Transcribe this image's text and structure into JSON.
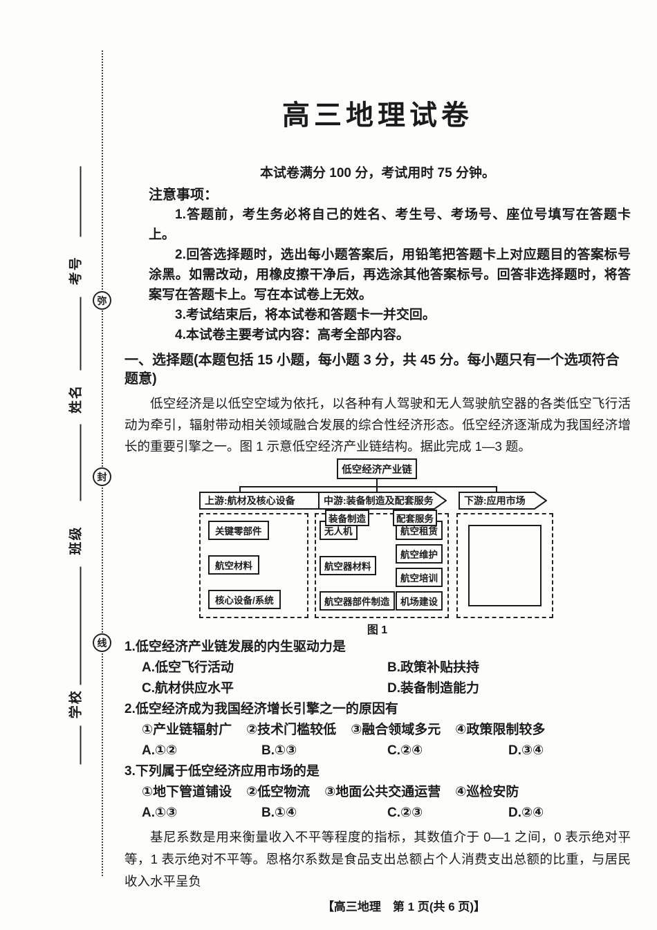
{
  "page": {
    "title": "高三地理试卷",
    "subtitle": "本试卷满分 100 分，考试用时 75 分钟。",
    "footer": "【高三地理　第 1 页(共 6 页)】",
    "artifact": "‥",
    "ink_color": "#1b1b1b",
    "paper_color": "#fdfdfc"
  },
  "seal": {
    "chars": [
      "弥",
      "封",
      "线"
    ],
    "labels": [
      "考号",
      "姓名",
      "班级",
      "学校"
    ]
  },
  "notice": {
    "heading": "注意事项：",
    "items": [
      "1.答题前，考生务必将自己的姓名、考生号、考场号、座位号填写在答题卡上。",
      "2.回答选择题时，选出每小题答案后，用铅笔把答题卡上对应题目的答案标号涂黑。如需改动，用橡皮擦干净后，再选涂其他答案标号。回答非选择题时，将答案写在答题卡上。写在本试卷上无效。",
      "3.考试结束后，将本试卷和答题卡一并交回。",
      "4.本试卷主要考试内容：高考全部内容。"
    ]
  },
  "section1": {
    "heading": "一、选择题(本题包括 15 小题，每小题 3 分，共 45 分。每小题只有一个选项符合题意)",
    "passage": "低空经济是以低空空域为依托，以各种有人驾驶和无人驾驶航空器的各类低空飞行活动为牵引，辐射带动相关领域融合发展的综合性经济形态。低空经济逐渐成为我国经济增长的重要引擎之一。图 1 示意低空经济产业链结构。据此完成 1—3 题。"
  },
  "diagram": {
    "root": "低空经济产业链",
    "banners": [
      "上游:航材及核心设备",
      "中游:装备制造及配套服务",
      "下游:应用市场"
    ],
    "mid_headers": [
      "装备制造",
      "配套服务"
    ],
    "upstream_items": [
      "关键零部件",
      "航空材料",
      "核心设备/系统"
    ],
    "mid_col1": [
      "无人机",
      "航空器材料",
      "航空器部件制造"
    ],
    "mid_col2": [
      "航空租赁",
      "航空维护",
      "航空培训",
      "机场建设"
    ],
    "caption": "图 1"
  },
  "questions": {
    "q1": {
      "stem": "1.低空经济产业链发展的内生驱动力是",
      "options": [
        "A.低空飞行活动",
        "B.政策补贴扶持",
        "C.航材供应水平",
        "D.装备制造能力"
      ]
    },
    "q2": {
      "stem": "2.低空经济成为我国经济增长引擎之一的原因有",
      "sub": [
        "①产业链辐射广",
        "②技术门槛较低",
        "③融合领域多元",
        "④政策限制较多"
      ],
      "options": [
        "A.①②",
        "B.①③",
        "C.②④",
        "D.③④"
      ]
    },
    "q3": {
      "stem": "3.下列属于低空经济应用市场的是",
      "sub": [
        "①地下管道铺设",
        "②低空物流",
        "③地面公共交通运营",
        "④巡检安防"
      ],
      "options": [
        "A.①③",
        "B.①④",
        "C.②③",
        "D.②④"
      ]
    }
  },
  "closing": {
    "paragraph": "基尼系数是用来衡量收入不平等程度的指标，其数值介于 0—1 之间，0 表示绝对平等，1 表示绝对不平等。恩格尔系数是食品支出总额占个人消费支出总额的比重，与居民收入水平呈负"
  }
}
